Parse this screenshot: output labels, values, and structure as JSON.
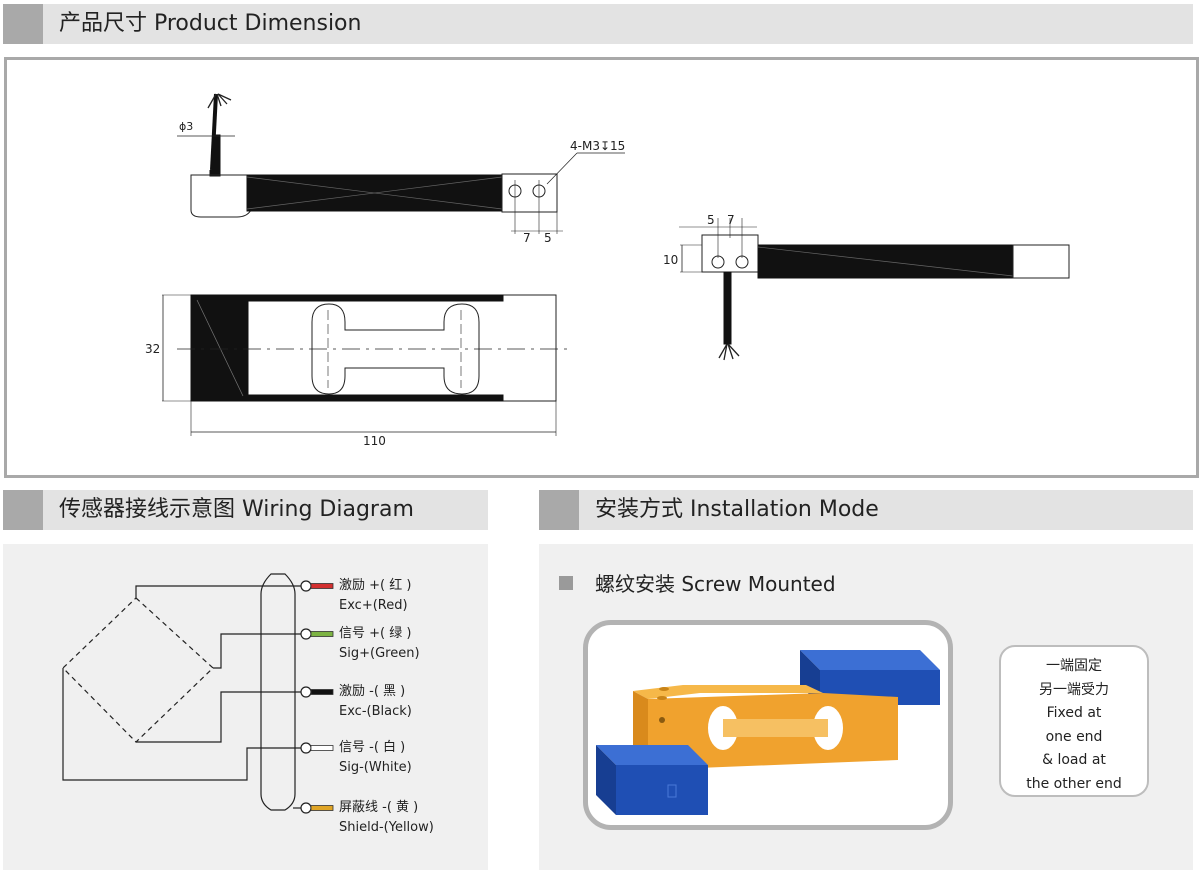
{
  "sections": {
    "dimension": {
      "title": "产品尺寸 Product Dimension"
    },
    "wiring": {
      "title": "传感器接线示意图  Wiring Diagram"
    },
    "installation": {
      "title": "安装方式 Installation Mode",
      "mode_title": "螺纹安装 Screw Mounted"
    }
  },
  "dimensions": {
    "cable_dia": "ϕ3",
    "thread": "4-M3↧15",
    "hole_a": "7",
    "hole_b": "5",
    "side_a": "5",
    "side_b": "7",
    "height": "10",
    "width": "32",
    "length": "110"
  },
  "wires": [
    {
      "cn": "激励 +( 红 )",
      "en": "Exc+(Red)",
      "color": "#d32f2f"
    },
    {
      "cn": "信号 +( 绿 )",
      "en": "Sig+(Green)",
      "color": "#7cb342"
    },
    {
      "cn": "激励 -( 黑 )",
      "en": "Exc-(Black)",
      "color": "#111111"
    },
    {
      "cn": "信号 -( 白 )",
      "en": "Sig-(White)",
      "color": "#ffffff"
    },
    {
      "cn": "屏蔽线 -( 黄 )",
      "en": "Shield-(Yellow)",
      "color": "#e0a526"
    }
  ],
  "note": {
    "lines": [
      "一端固定",
      "另一端受力",
      "Fixed at",
      "one end",
      "& load at",
      "the other end"
    ]
  },
  "colors": {
    "header_bg": "#e3e3e3",
    "header_tab": "#a9a9a9",
    "panel_bg": "#f0f0f0",
    "sensor_body": "#f0a22e",
    "mount_block": "#1f4fb4"
  }
}
